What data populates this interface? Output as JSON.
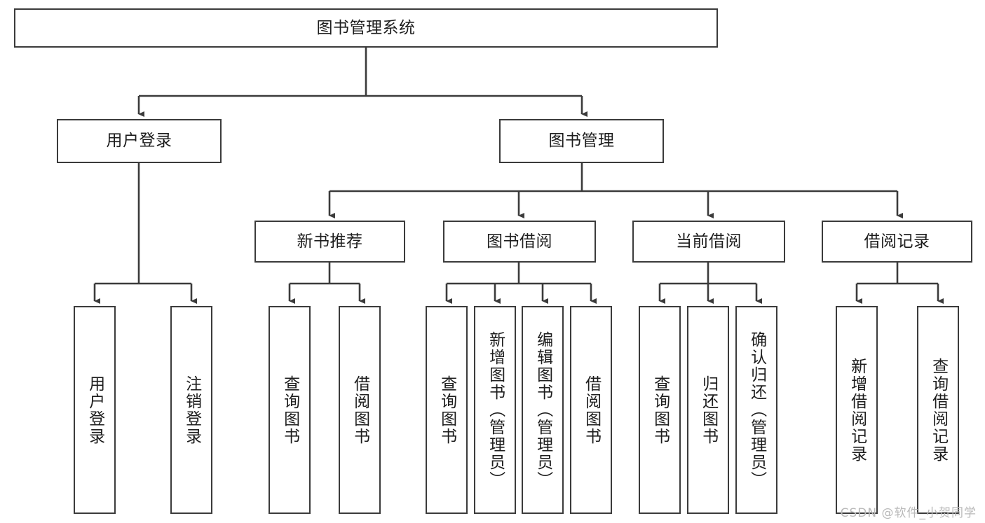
{
  "diagram": {
    "title": "图书管理系统",
    "type": "tree-structure-chart",
    "watermark": "CSDN @软件_小贺同学",
    "accent_color": "#3b3b3b",
    "background_color": "#ffffff",
    "root": {
      "label": "图书管理系统"
    },
    "level1": [
      {
        "label": "用户登录"
      },
      {
        "label": "图书管理"
      }
    ],
    "level2": [
      {
        "label": "新书推荐"
      },
      {
        "label": "图书借阅"
      },
      {
        "label": "当前借阅"
      },
      {
        "label": "借阅记录"
      }
    ],
    "leaves": {
      "user_login": [
        {
          "label": "用户登录"
        },
        {
          "label": "注销登录"
        }
      ],
      "new_book_recommend": [
        {
          "label": "查询图书"
        },
        {
          "label": "借阅图书"
        }
      ],
      "book_borrow": [
        {
          "label": "查询图书"
        },
        {
          "label": "新增图书（管理员）"
        },
        {
          "label": "编辑图书（管理员）"
        },
        {
          "label": "借阅图书"
        }
      ],
      "current_borrow": [
        {
          "label": "查询图书"
        },
        {
          "label": "归还图书"
        },
        {
          "label": "确认归还（管理员）"
        }
      ],
      "borrow_record": [
        {
          "label": "新增借阅记录"
        },
        {
          "label": "查询借阅记录"
        }
      ]
    }
  }
}
